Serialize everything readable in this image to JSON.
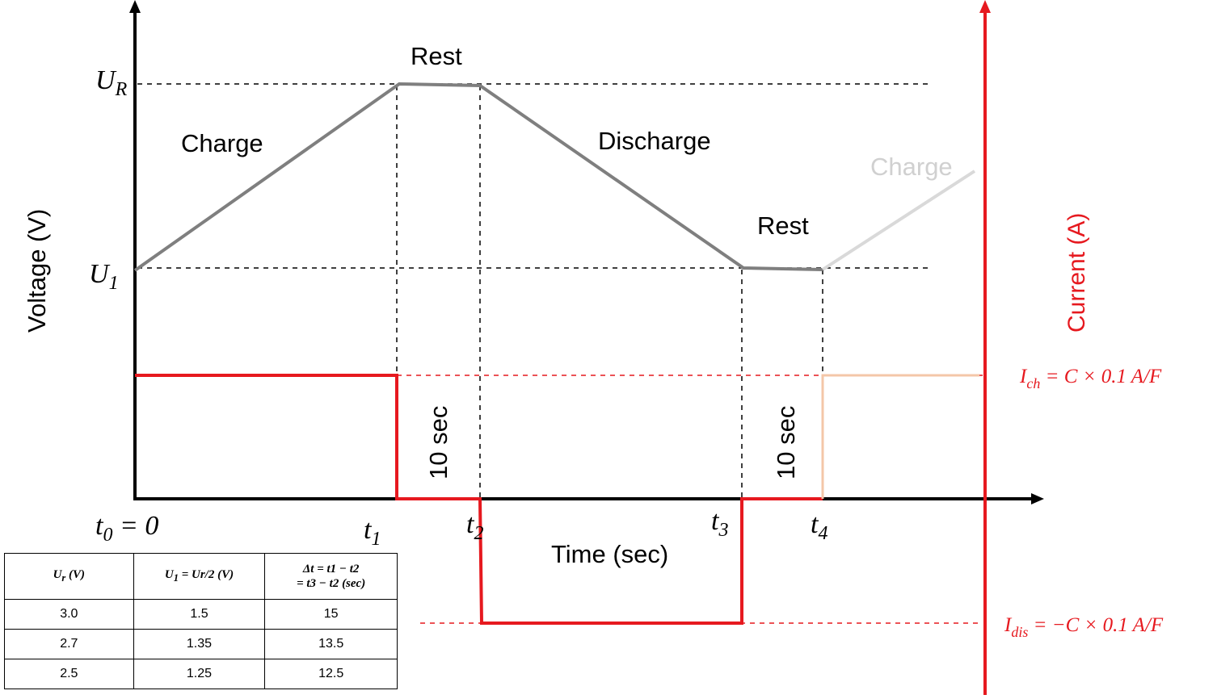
{
  "axes": {
    "voltage_label": "Voltage (V)",
    "current_label": "Current (A)",
    "time_label": "Time (sec)",
    "voltage_ticks": {
      "upper": "U",
      "upper_sub": "R",
      "lower": "U",
      "lower_sub": "1"
    },
    "time_ticks": [
      {
        "main": "t",
        "sub": "0",
        "tail": " = 0"
      },
      {
        "main": "t",
        "sub": "1",
        "tail": ""
      },
      {
        "main": "t",
        "sub": "2",
        "tail": ""
      },
      {
        "main": "t",
        "sub": "3",
        "tail": ""
      },
      {
        "main": "t",
        "sub": "4",
        "tail": ""
      }
    ]
  },
  "phases": {
    "charge": "Charge",
    "rest_top": "Rest",
    "discharge": "Discharge",
    "rest_bottom": "Rest",
    "charge_next": "Charge",
    "duration_1": "10 sec",
    "duration_2": "10 sec"
  },
  "currents": {
    "charge_main": "I",
    "charge_sub": "ch",
    "charge_expr": " = C × 0.1 A/F",
    "discharge_main": "I",
    "discharge_sub": "dis",
    "discharge_expr": " = −C × 0.1 A/F"
  },
  "colors": {
    "voltage_line": "#7f7f7f",
    "voltage_line_next": "#d9d9d9",
    "current_line": "#e6191f",
    "current_next": "#f4c7a8"
  },
  "table": {
    "headers": [
      {
        "main": "U",
        "sub": "r",
        "tail": " (V)"
      },
      {
        "main": "U",
        "sub": "1",
        "tail": " = Ur/2 (V)"
      },
      {
        "line1": "Δt = t1 − t2",
        "line2": "= t3 − t2 (sec)"
      }
    ],
    "rows": [
      [
        "3.0",
        "1.5",
        "15"
      ],
      [
        "2.7",
        "1.35",
        "13.5"
      ],
      [
        "2.5",
        "1.25",
        "12.5"
      ]
    ]
  }
}
